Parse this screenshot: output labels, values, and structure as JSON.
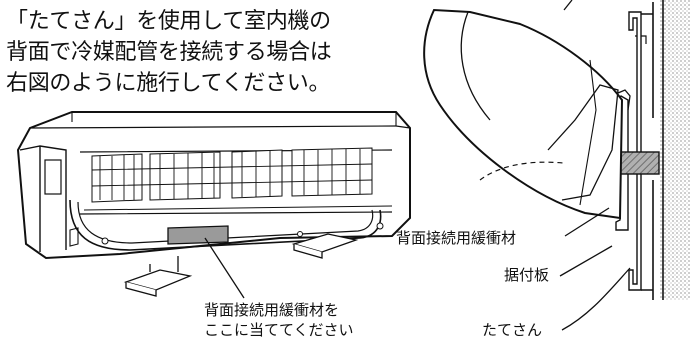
{
  "intro": {
    "lines": [
      "「たてさん」を使用して室内機の",
      "背面で冷媒配管を接続する場合は",
      "右図のように施行してください。"
    ]
  },
  "callouts": {
    "cushion_right": "背面接続用緩衝材",
    "mounting_plate": "据付板",
    "tatesan": "たてさん",
    "cushion_placement": [
      "背面接続用緩衝材を",
      "ここに当ててください"
    ]
  }
}
